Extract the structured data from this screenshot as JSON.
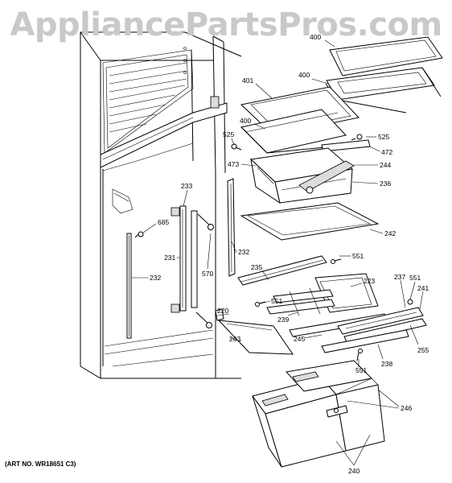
{
  "watermark": "AppliancePartsPros.com",
  "art_number": "(ART NO. WR18651 C3)",
  "callouts": [
    {
      "id": "c400a",
      "text": "400"
    },
    {
      "id": "c400b",
      "text": "400"
    },
    {
      "id": "c401",
      "text": "401"
    },
    {
      "id": "c400c",
      "text": "400"
    },
    {
      "id": "c525a",
      "text": "525"
    },
    {
      "id": "c525b",
      "text": "525"
    },
    {
      "id": "c472",
      "text": "472"
    },
    {
      "id": "c473",
      "text": "473"
    },
    {
      "id": "c244",
      "text": "244"
    },
    {
      "id": "c236",
      "text": "236"
    },
    {
      "id": "c233",
      "text": "233"
    },
    {
      "id": "c685",
      "text": "685"
    },
    {
      "id": "c242",
      "text": "242"
    },
    {
      "id": "c231",
      "text": "231"
    },
    {
      "id": "c570",
      "text": "570"
    },
    {
      "id": "c232a",
      "text": "232"
    },
    {
      "id": "c232b",
      "text": "232"
    },
    {
      "id": "c551a",
      "text": "551"
    },
    {
      "id": "c235",
      "text": "235"
    },
    {
      "id": "c223",
      "text": "223"
    },
    {
      "id": "c237",
      "text": "237"
    },
    {
      "id": "c551b",
      "text": "551"
    },
    {
      "id": "c241",
      "text": "241"
    },
    {
      "id": "c551c",
      "text": "551"
    },
    {
      "id": "c220",
      "text": "220"
    },
    {
      "id": "c239",
      "text": "239"
    },
    {
      "id": "c263",
      "text": "263"
    },
    {
      "id": "c245",
      "text": "245"
    },
    {
      "id": "c255",
      "text": "255"
    },
    {
      "id": "c238",
      "text": "238"
    },
    {
      "id": "c551d",
      "text": "551"
    },
    {
      "id": "c246",
      "text": "246"
    },
    {
      "id": "c240",
      "text": "240"
    }
  ]
}
